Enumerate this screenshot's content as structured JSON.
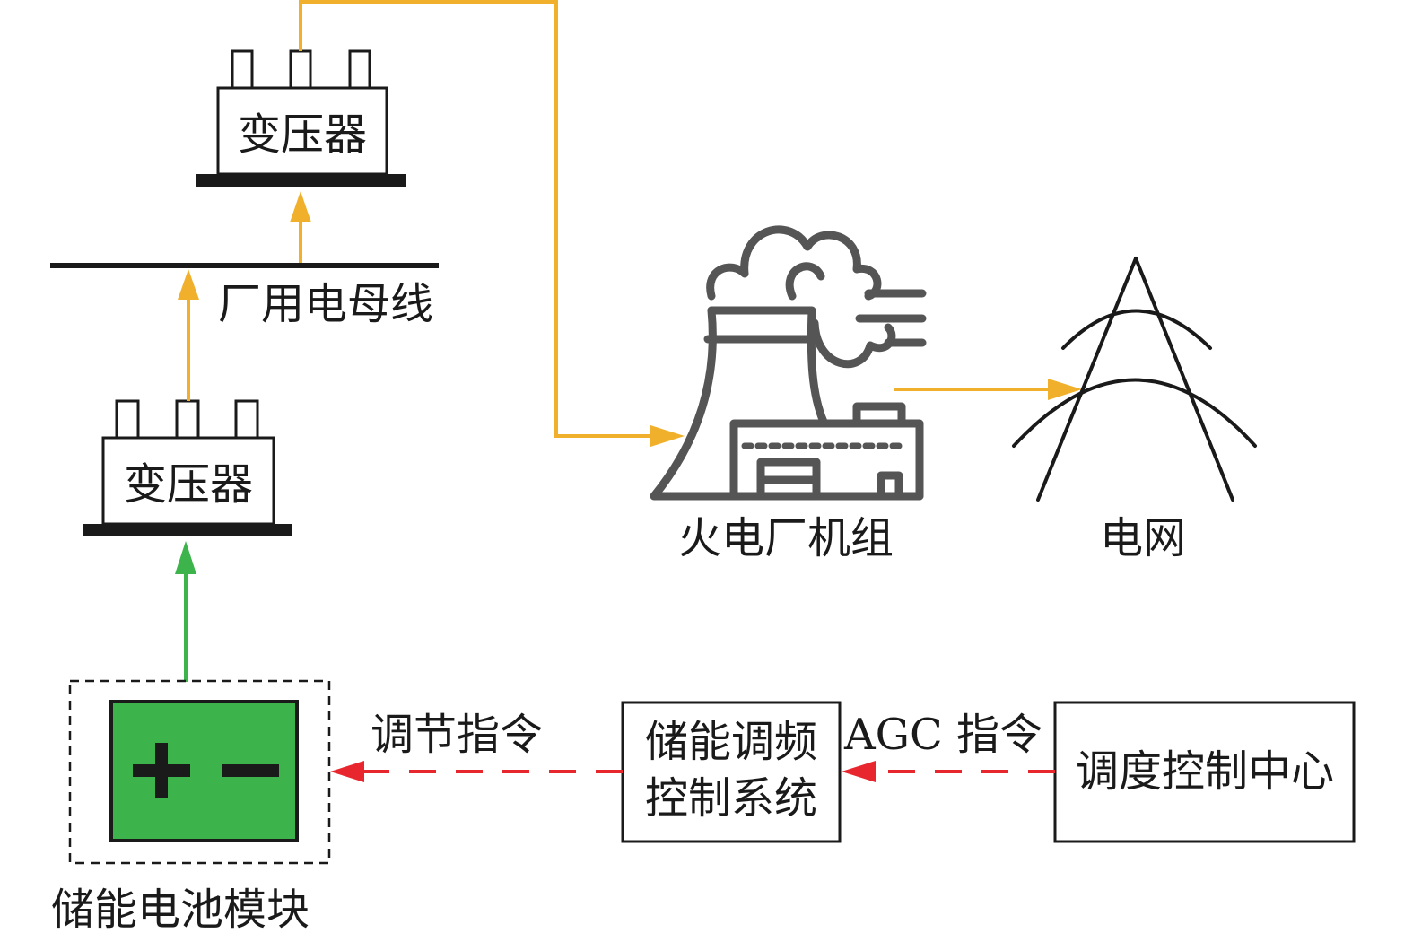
{
  "labels": {
    "transformer_top": "变压器",
    "busbar": "厂用电母线",
    "transformer_bottom": "变压器",
    "power_plant": "火电厂机组",
    "grid": "电网",
    "battery_module": "储能电池模块",
    "adjust_command": "调节指令",
    "control_system_line1": "储能调频",
    "control_system_line2": "控制系统",
    "agc_command": "AGC 指令",
    "dispatch_center": "调度控制中心"
  },
  "colors": {
    "power_flow": "#f0b02c",
    "battery_flow": "#3cb44b",
    "battery_fill": "#3cb44b",
    "command_flow": "#e8262d",
    "outline": "#1a1a1a",
    "icon_gray": "#555555"
  },
  "icons": {
    "power_plant": "power-plant-icon",
    "grid": "transmission-tower-icon",
    "battery": "battery-icon"
  }
}
